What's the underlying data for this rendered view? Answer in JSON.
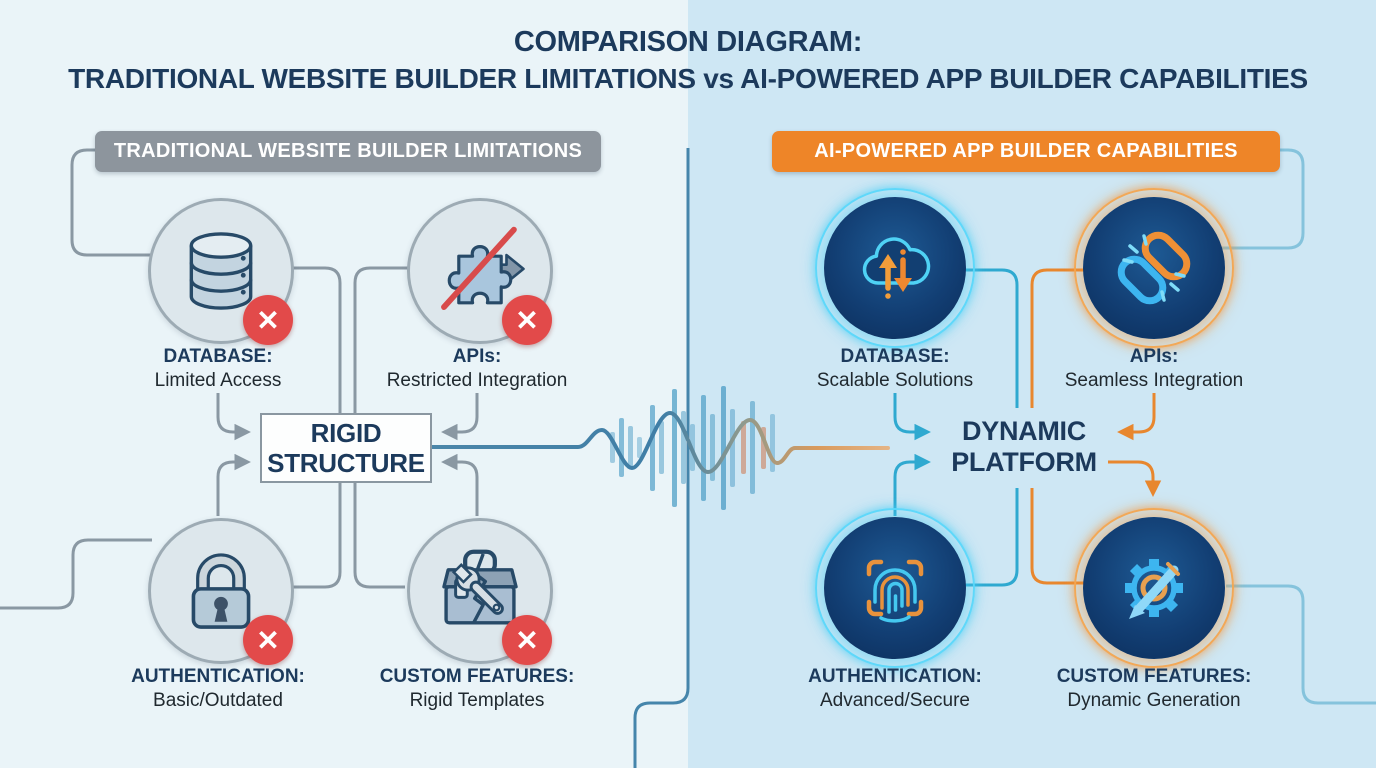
{
  "title": {
    "line1": "COMPARISON DIAGRAM:",
    "line2": "TRADITIONAL WEBSITE BUILDER LIMITATIONS vs AI-POWERED APP BUILDER CAPABILITIES"
  },
  "left_panel": {
    "header": "TRADITIONAL WEBSITE BUILDER LIMITATIONS",
    "center": {
      "line1": "RIGID",
      "line2": "STRUCTURE"
    },
    "badge_glyph": "✕",
    "items": [
      {
        "id": "database",
        "icon": "database-icon",
        "title": "DATABASE:",
        "subtitle": "Limited Access"
      },
      {
        "id": "apis",
        "icon": "blocked-puzzle-icon",
        "title": "APIs:",
        "subtitle": "Restricted Integration"
      },
      {
        "id": "authentication",
        "icon": "padlock-icon",
        "title": "AUTHENTICATION:",
        "subtitle": "Basic/Outdated"
      },
      {
        "id": "custom-features",
        "icon": "broken-toolbox-icon",
        "title": "CUSTOM FEATURES:",
        "subtitle": "Rigid Templates"
      }
    ]
  },
  "right_panel": {
    "header": "AI-POWERED APP BUILDER CAPABILITIES",
    "center": {
      "line1": "DYNAMIC",
      "line2": "PLATFORM"
    },
    "items": [
      {
        "id": "database",
        "icon": "cloud-sync-icon",
        "title": "DATABASE:",
        "subtitle": "Scalable Solutions"
      },
      {
        "id": "apis",
        "icon": "chain-link-icon",
        "title": "APIs:",
        "subtitle": "Seamless Integration"
      },
      {
        "id": "authentication",
        "icon": "fingerprint-scan-icon",
        "title": "AUTHENTICATION:",
        "subtitle": "Advanced/Secure"
      },
      {
        "id": "custom-features",
        "icon": "gear-pencil-icon",
        "title": "CUSTOM FEATURES:",
        "subtitle": "Dynamic Generation"
      }
    ]
  },
  "colors": {
    "left_bg": "#eaf4f8",
    "right_bg": "#cee7f4",
    "title_navy": "#1c3a5c",
    "left_header_bg": "#8d959d",
    "right_header_bg": "#ee8528",
    "gray_line": "#8a98a3",
    "cyan_line": "#2fa9d0",
    "orange_line": "#e8872e",
    "error_red": "#e24a4a"
  }
}
